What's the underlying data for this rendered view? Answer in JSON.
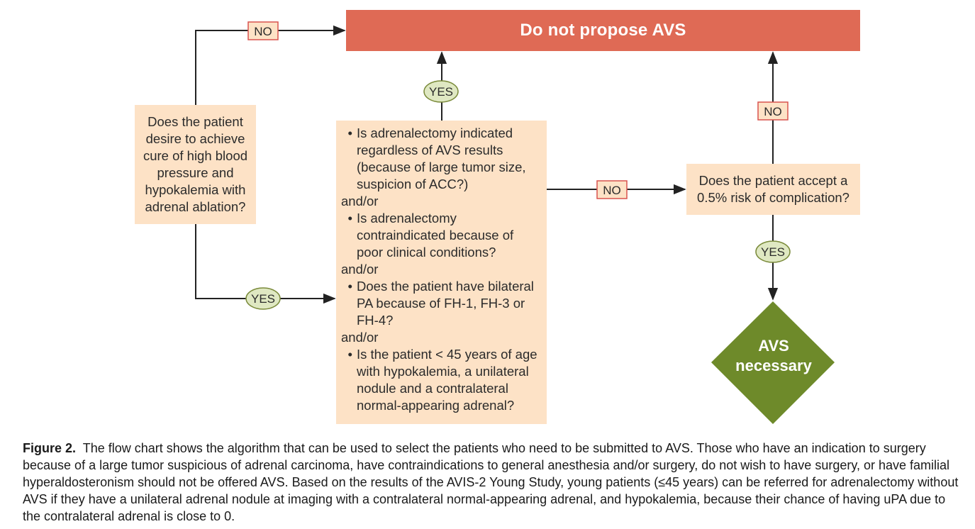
{
  "flowchart": {
    "nodes": {
      "do_not_propose": "Do not propose AVS",
      "desire_cure": "Does the patient desire to achieve cure of high blood pressure and hypokalemia with adrenal ablation?",
      "criteria": {
        "items": [
          "Is adrenalectomy indicated regardless of AVS results (because of large tumor size, suspicion of ACC?)",
          "Is adrenalectomy contraindicated because of poor clinical conditions?",
          "Does the patient have bilateral PA because of FH-1, FH-3 or FH-4?",
          "Is the patient < 45 years of age with hypokalemia, a unilateral nodule and a contralateral normal-appearing adrenal?"
        ],
        "connector": "and/or"
      },
      "accept_risk": "Does the patient accept a 0.5% risk of complication?",
      "avs_necessary_line1": "AVS",
      "avs_necessary_line2": "necessary"
    },
    "edge_labels": {
      "no_top_left": "NO",
      "yes_bottom_left": "YES",
      "yes_criteria_up": "YES",
      "no_criteria_right": "NO",
      "no_risk_up": "NO",
      "yes_risk_down": "YES"
    },
    "colors": {
      "box_fill": "#fde2c6",
      "top_fill": "#df6a55",
      "no_label_border": "#d9534f",
      "no_label_fill": "#fde2c6",
      "yes_label_fill": "#dfe8c2",
      "yes_label_border": "#7a8a3a",
      "diamond_fill": "#6e8a2a"
    }
  },
  "caption": {
    "label": "Figure 2.",
    "text": "The flow chart shows the algorithm that can be used to select the patients who need to be submitted to AVS. Those who have an indication to surgery because of a large tumor suspicious of adrenal carcinoma, have contraindications to general anesthesia and/or surgery, do not wish to have surgery, or have familial hyperaldosteronism should not be offered AVS. Based on the results of the AVIS-2 Young Study, young patients (≤45 years) can be referred for adrenalectomy without AVS if they have a unilateral adrenal nodule at imaging with a contralateral normal-appearing adrenal, and hypokalemia, because their chance of having uPA due to the contralateral adrenal is close to 0."
  }
}
